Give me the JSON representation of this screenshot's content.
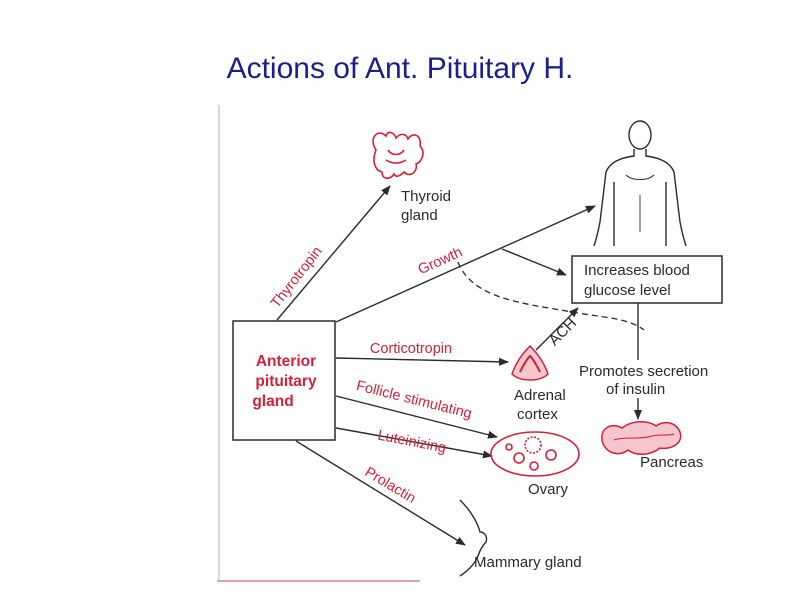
{
  "title": "Actions of Ant. Pituitary H.",
  "source_box": {
    "lines": [
      "Anterior",
      "pituitary",
      "gland"
    ]
  },
  "hormones": {
    "thyrotropin": "Thyrotropin",
    "growth": "Growth",
    "corticotropin": "Corticotropin",
    "follicle": "Follicle stimulating",
    "luteinizing": "Luteinizing",
    "prolactin": "Prolactin",
    "ach": "ACH"
  },
  "targets": {
    "thyroid": [
      "Thyroid",
      "gland"
    ],
    "adrenal": [
      "Adrenal",
      "cortex"
    ],
    "ovary": "Ovary",
    "mammary": "Mammary gland",
    "pancreas": "Pancreas"
  },
  "effects": {
    "glucose": [
      "Increases blood",
      "glucose level"
    ],
    "insulin": [
      "Promotes secretion",
      "of insulin"
    ]
  },
  "colors": {
    "title": "#1a1f8c",
    "accent": "#d2223a",
    "line": "#2b2b2b"
  },
  "icons": [
    "thyroid-icon",
    "human-body-icon",
    "adrenal-icon",
    "ovary-icon",
    "pancreas-icon",
    "mammary-icon"
  ]
}
